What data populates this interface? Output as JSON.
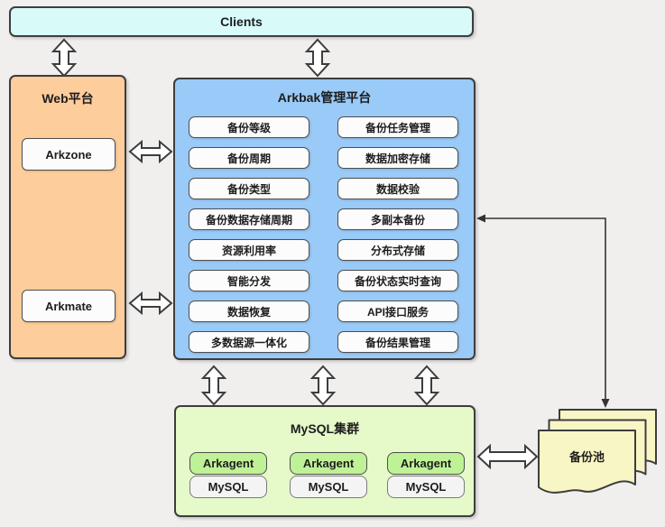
{
  "clients": {
    "label": "Clients"
  },
  "web_platform": {
    "title": "Web平台",
    "items": [
      {
        "label": "Arkzone"
      },
      {
        "label": "Arkmate"
      }
    ]
  },
  "arkbak_platform": {
    "title": "Arkbak管理平台",
    "features_left": [
      "备份等级",
      "备份周期",
      "备份类型",
      "备份数据存储周期",
      "资源利用率",
      "智能分发",
      "数据恢复",
      "多数据源一体化"
    ],
    "features_right": [
      "备份任务管理",
      "数据加密存储",
      "数据校验",
      "多副本备份",
      "分布式存储",
      "备份状态实时查询",
      "API接口服务",
      "备份结果管理"
    ]
  },
  "mysql_cluster": {
    "title": "MySQL集群",
    "nodes": [
      {
        "agent": "Arkagent",
        "db": "MySQL"
      },
      {
        "agent": "Arkagent",
        "db": "MySQL"
      },
      {
        "agent": "Arkagent",
        "db": "MySQL"
      }
    ]
  },
  "backup_pool": {
    "label": "备份池"
  },
  "colors": {
    "background": "#f0efee",
    "border_dark": "#3d3d3d",
    "text": "#1d1d1d",
    "clients_fill": "#d8fbfa",
    "web_fill": "#fdcd9b",
    "arkbak_fill": "#9acaf7",
    "feature_fill": "#fcfcfc",
    "mysql_cluster_fill": "#e5f9c9",
    "arkagent_fill": "#bff296",
    "mysql_node_fill": "#f4f4f4",
    "pool_fill": "#f9f6c5",
    "arrow_fill": "#ffffff"
  }
}
